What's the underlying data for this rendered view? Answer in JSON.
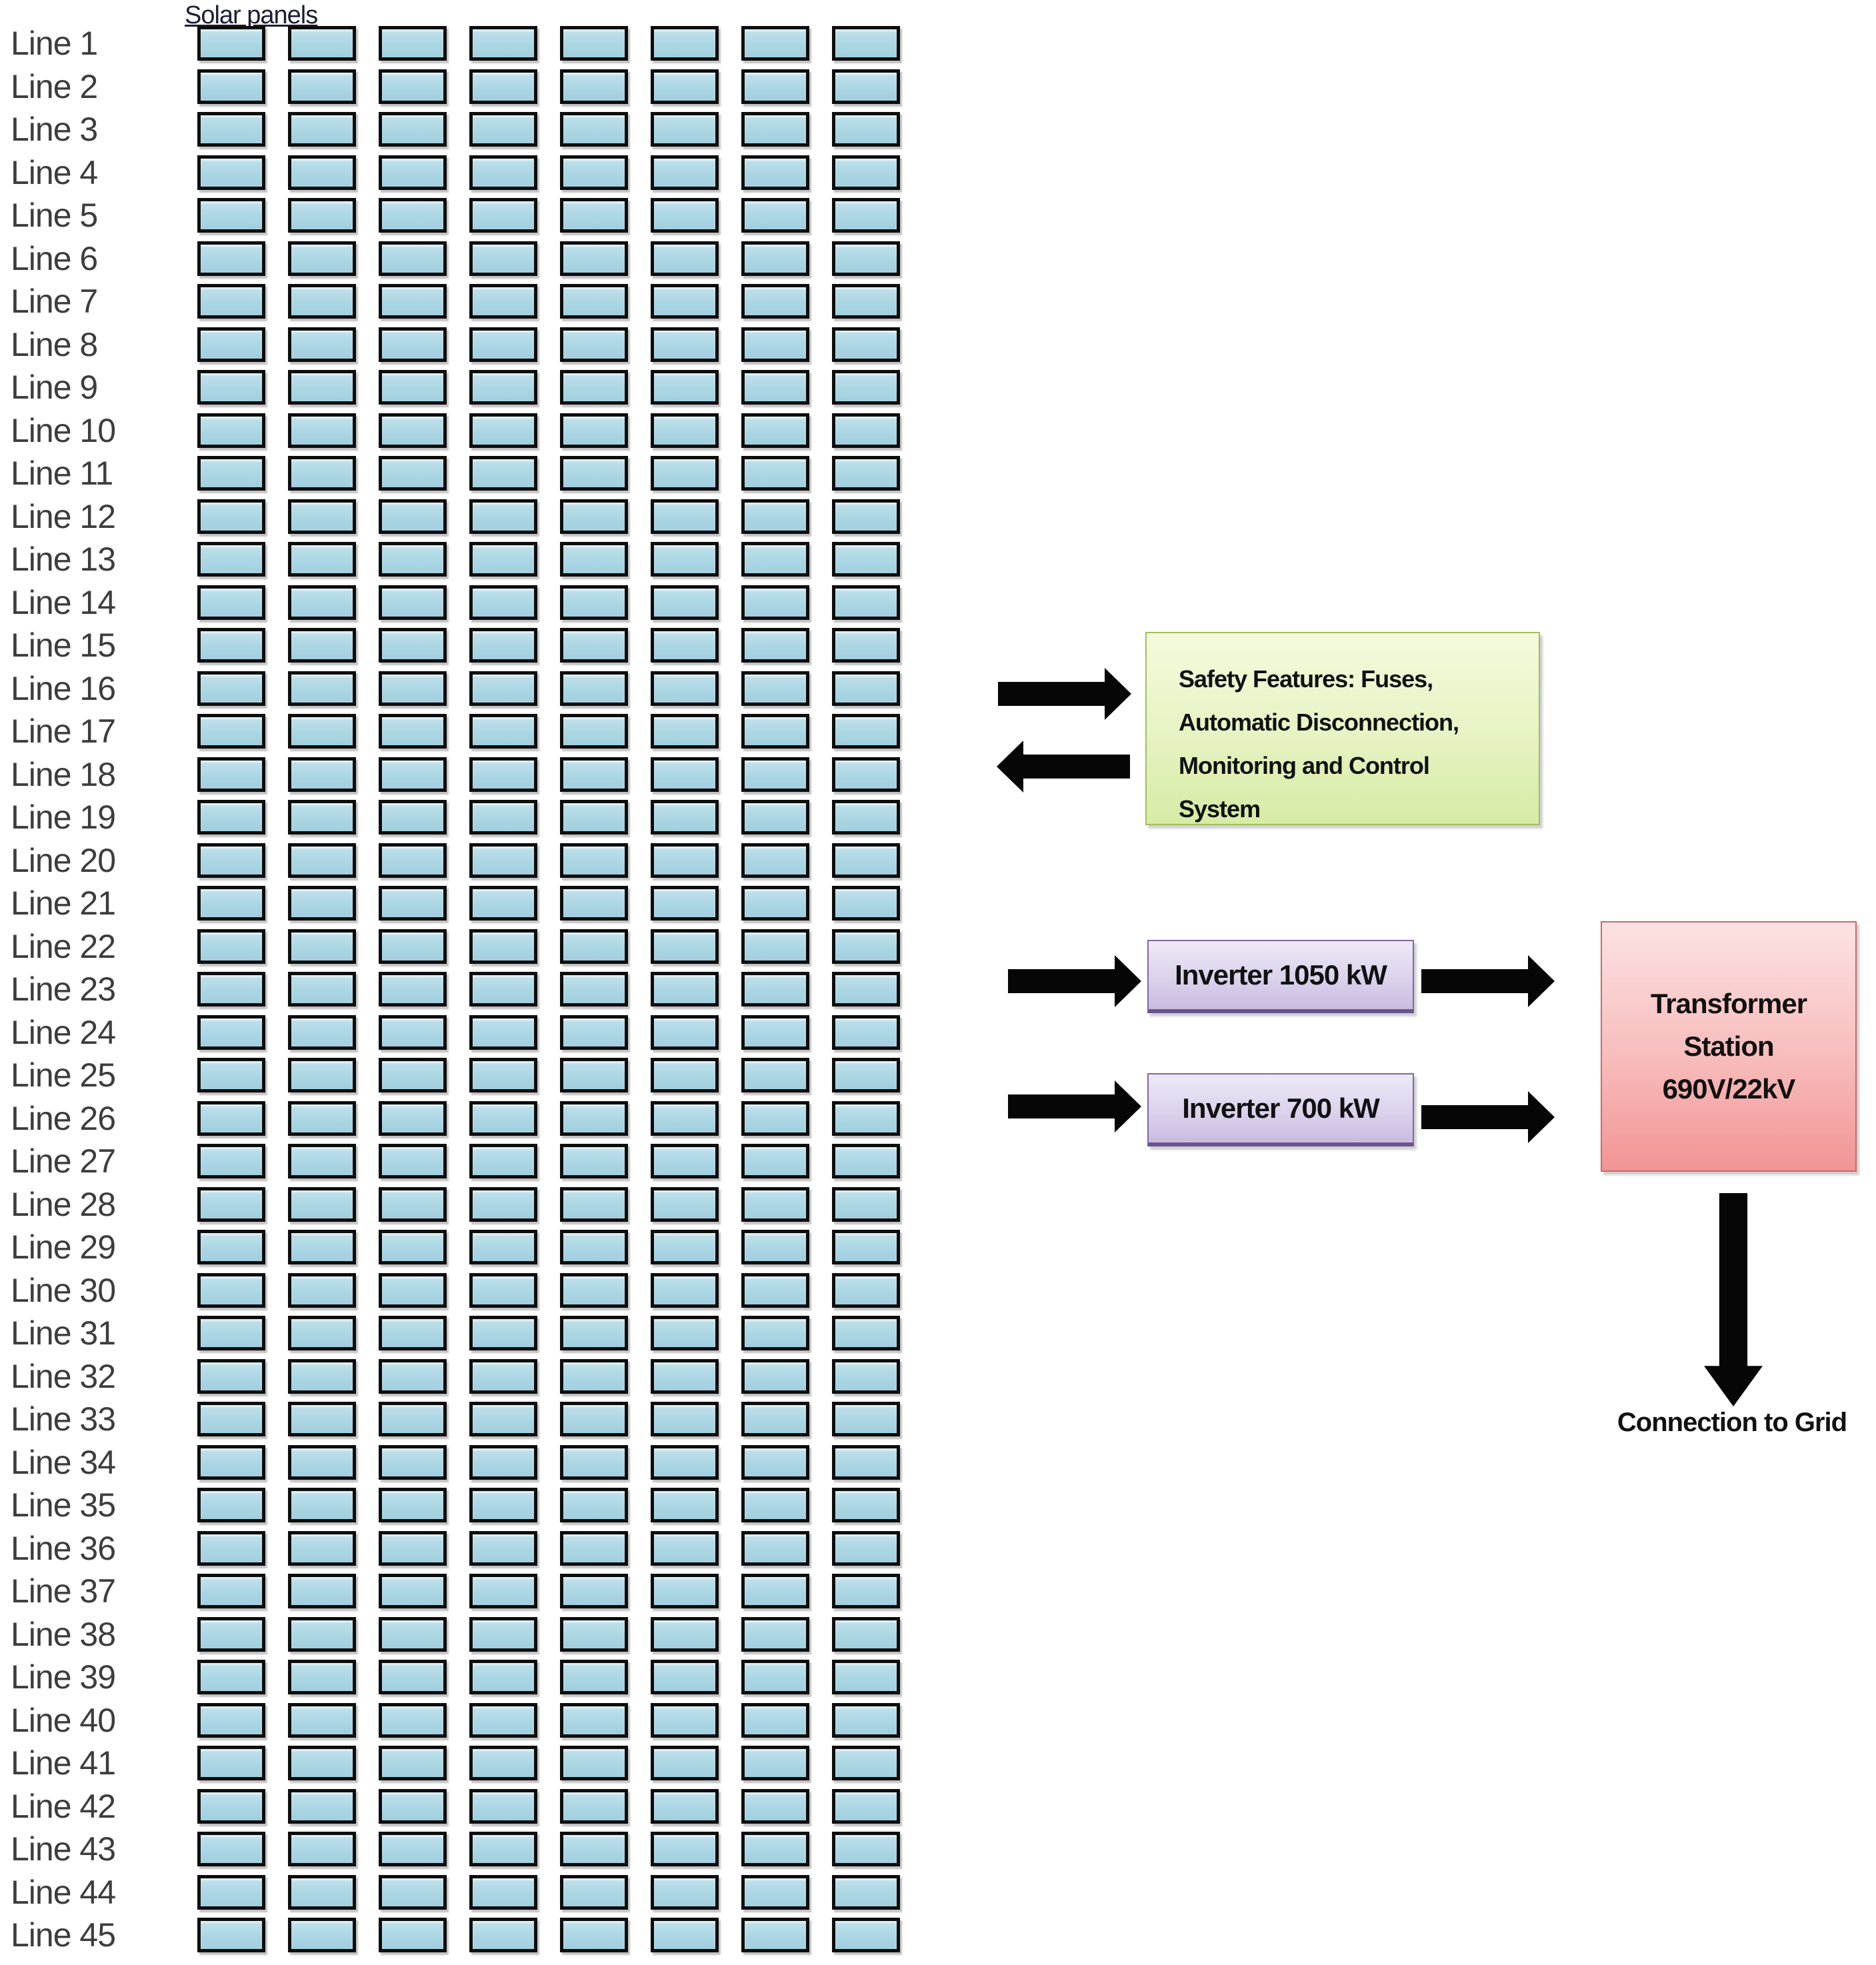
{
  "title": "Solar panels",
  "panel_grid": {
    "lines": [
      "Line 1",
      "Line 2",
      "Line 3",
      "Line 4",
      "Line 5",
      "Line 6",
      "Line 7",
      "Line 8",
      "Line 9",
      "Line 10",
      "Line 11",
      "Line 12",
      "Line 13",
      "Line 14",
      "Line 15",
      "Line 16",
      "Line 17",
      "Line 18",
      "Line 19",
      "Line 20",
      "Line 21",
      "Line 22",
      "Line 23",
      "Line 24",
      "Line 25",
      "Line 26",
      "Line 27",
      "Line 28",
      "Line 29",
      "Line 30",
      "Line 31",
      "Line 32",
      "Line 33",
      "Line 34",
      "Line 35",
      "Line 36",
      "Line 37",
      "Line 38",
      "Line 39",
      "Line 40",
      "Line 41",
      "Line 42",
      "Line 43",
      "Line 44",
      "Line 45"
    ],
    "panels_per_line": 8,
    "panel_color": "#aad5e3"
  },
  "safety_box": {
    "lines": [
      "Safety Features: Fuses,",
      "Automatic Disconnection,",
      "Monitoring and Control",
      "System"
    ],
    "fill_top": "#f4fadd",
    "fill_bottom": "#d6eba4",
    "border_color": "#a3bd62"
  },
  "inverters": [
    {
      "label": "Inverter 1050 kW"
    },
    {
      "label": "Inverter 700 kW"
    }
  ],
  "inverter_colors": {
    "fill_top": "#eee9f7",
    "fill_bottom": "#c9bbe0",
    "border_color": "#7d68a6"
  },
  "transformer": {
    "lines": [
      "Transformer",
      "Station",
      "690V/22kV"
    ],
    "fill_top": "#fce2e2",
    "fill_bottom": "#f29494",
    "border_color": "#c96a6a"
  },
  "grid_connection_label": "Connection to Grid",
  "arrow_color": "#060606"
}
